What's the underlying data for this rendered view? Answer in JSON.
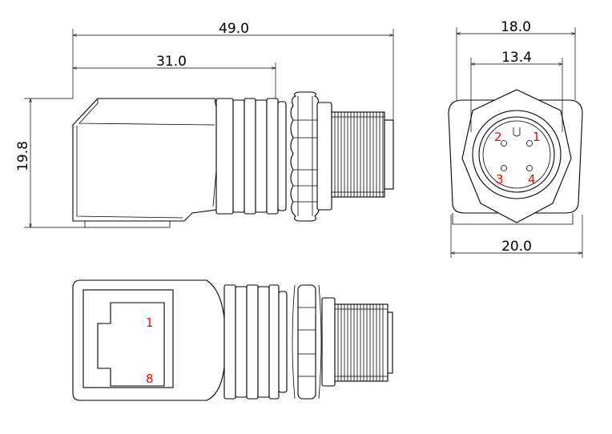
{
  "dimensions": {
    "total_length": "49.0",
    "body_length": "31.0",
    "height": "19.8",
    "nut_flat": "18.0",
    "thread_dia": "13.4",
    "body_width": "20.0"
  },
  "pin_labels": {
    "m12": [
      "1",
      "2",
      "3",
      "4"
    ],
    "rj45_top": "1",
    "rj45_bottom": "8"
  },
  "colors": {
    "line": "#000000",
    "pin_label": "#ff0000"
  }
}
